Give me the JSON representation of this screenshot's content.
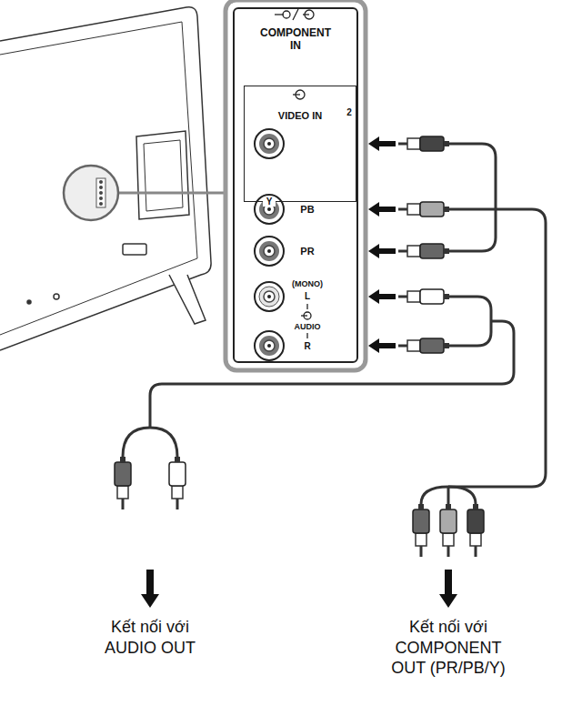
{
  "diagram": {
    "nodes": [
      {
        "text": [
          "COMPONENT IN"
        ]
      },
      {
        "text": [
          "VIDEO IN"
        ],
        "in": 0
      }
    ],
    "labels": [
      "2",
      "Y",
      "PB",
      "PR",
      "(MONO)",
      "L",
      "AUDIO",
      "R",
      "Kết nối với AUDIO OUT",
      "Kết nối với COMPONENT OUT (PR/PB/Y)"
    ]
  }
}
